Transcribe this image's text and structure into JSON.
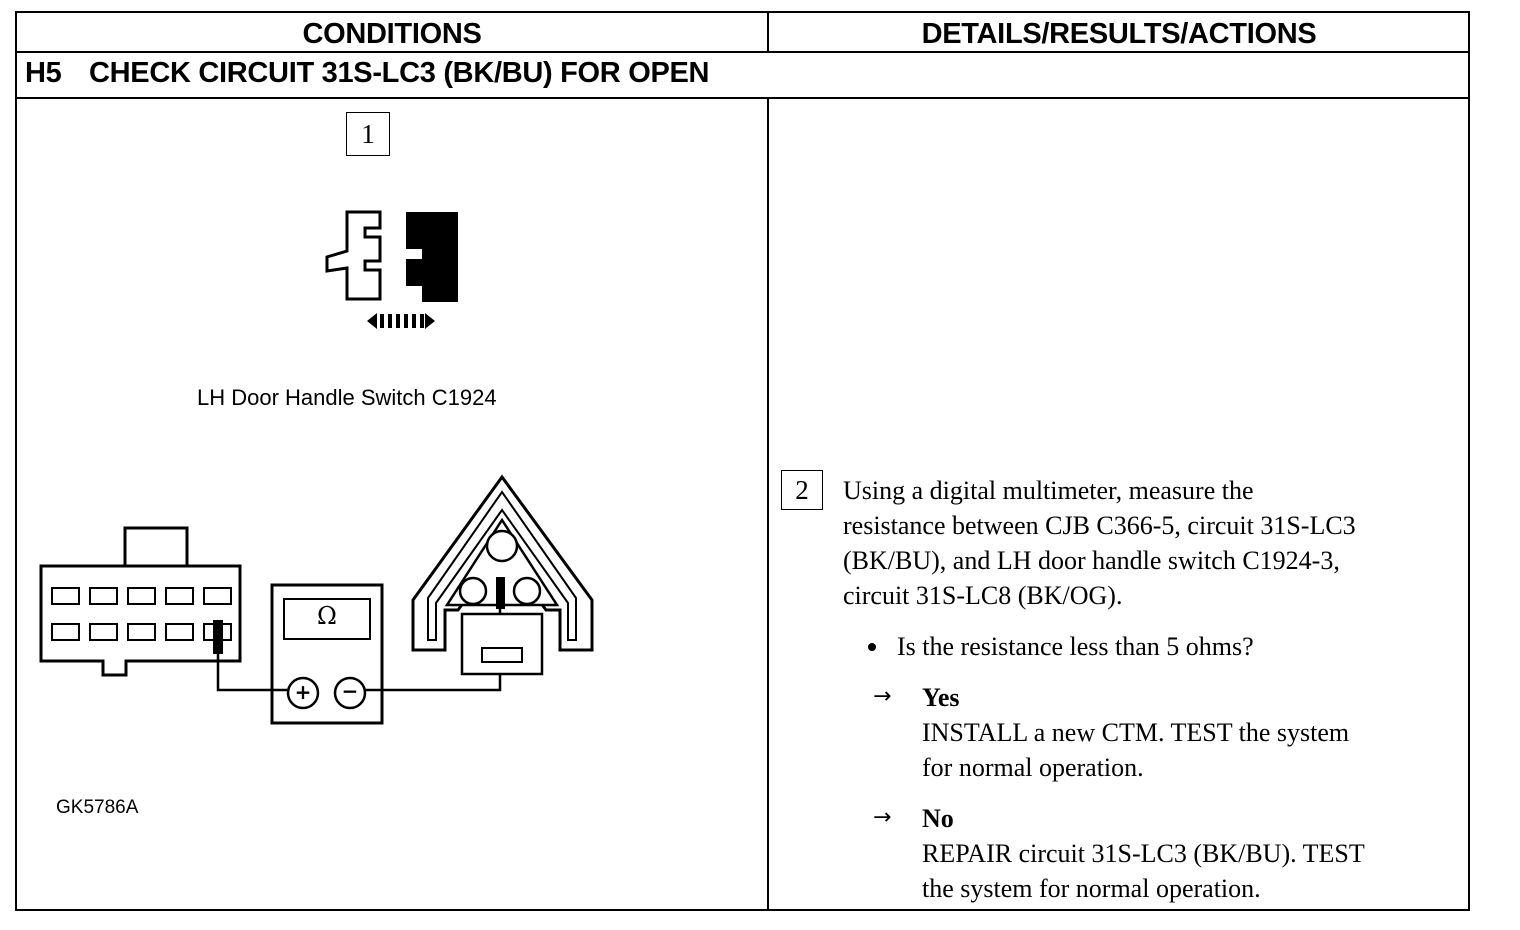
{
  "table": {
    "header": {
      "conditions": "CONDITIONS",
      "details": "DETAILS/RESULTS/ACTIONS"
    },
    "test_id": "H5",
    "test_title": "CHECK CIRCUIT 31S-LC3 (BK/BU) FOR OPEN"
  },
  "steps": [
    {
      "number": "1"
    },
    {
      "number": "2",
      "instruction_lines": [
        "Using a digital multimeter, measure the",
        "resistance between CJB C366-5, circuit 31S-LC3",
        "(BK/BU), and LH door handle switch C1924-3,",
        "circuit 31S-LC8 (BK/OG)."
      ],
      "question": "Is the resistance less than 5 ohms?",
      "answers": [
        {
          "label": "Yes",
          "arrow": "→",
          "action_lines": [
            "INSTALL a new CTM. TEST the system",
            "for normal operation."
          ]
        },
        {
          "label": "No",
          "arrow": "→",
          "action_lines": [
            "REPAIR circuit 31S-LC3 (BK/BU). TEST",
            "the system for normal operation."
          ]
        }
      ]
    }
  ],
  "figure": {
    "caption": "LH Door Handle Switch C1924",
    "meter_symbol": "Ω",
    "meter_plus": "+",
    "meter_minus": "−",
    "figure_id": "GK5786A"
  }
}
